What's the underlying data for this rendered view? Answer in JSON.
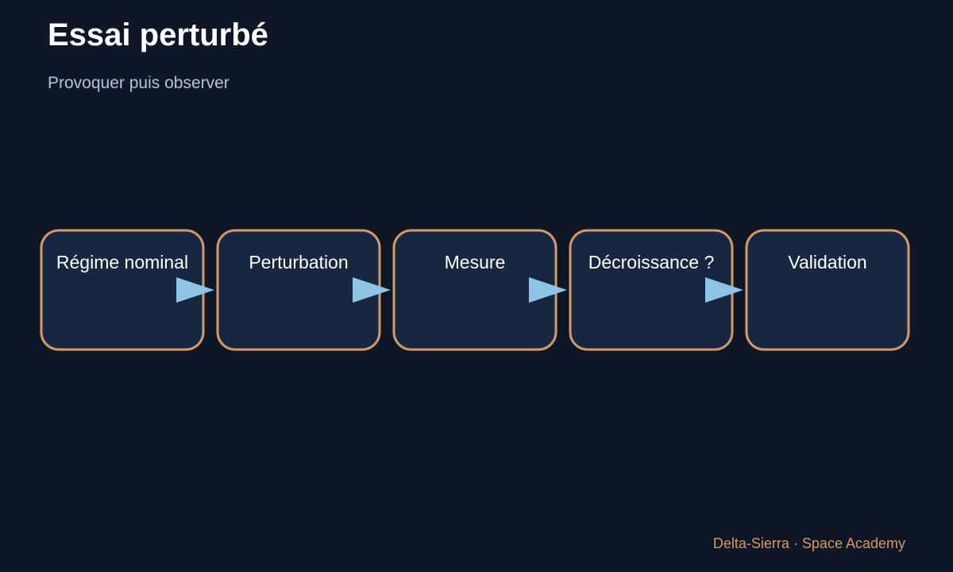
{
  "header": {
    "title": "Essai perturbé",
    "subtitle": "Provoquer puis observer"
  },
  "flow": {
    "steps": [
      {
        "label": "Régime nominal"
      },
      {
        "label": "Perturbation"
      },
      {
        "label": "Mesure"
      },
      {
        "label": "Décroissance ?"
      },
      {
        "label": "Validation"
      }
    ]
  },
  "footer": {
    "text": "Delta-Sierra · Space Academy"
  },
  "colors": {
    "background": "#0f1625",
    "box_fill": "#172741",
    "box_border": "#d39a69",
    "arrow": "#8ec4e4",
    "subtitle": "#b3c6d9",
    "footer": "#d39a69"
  }
}
